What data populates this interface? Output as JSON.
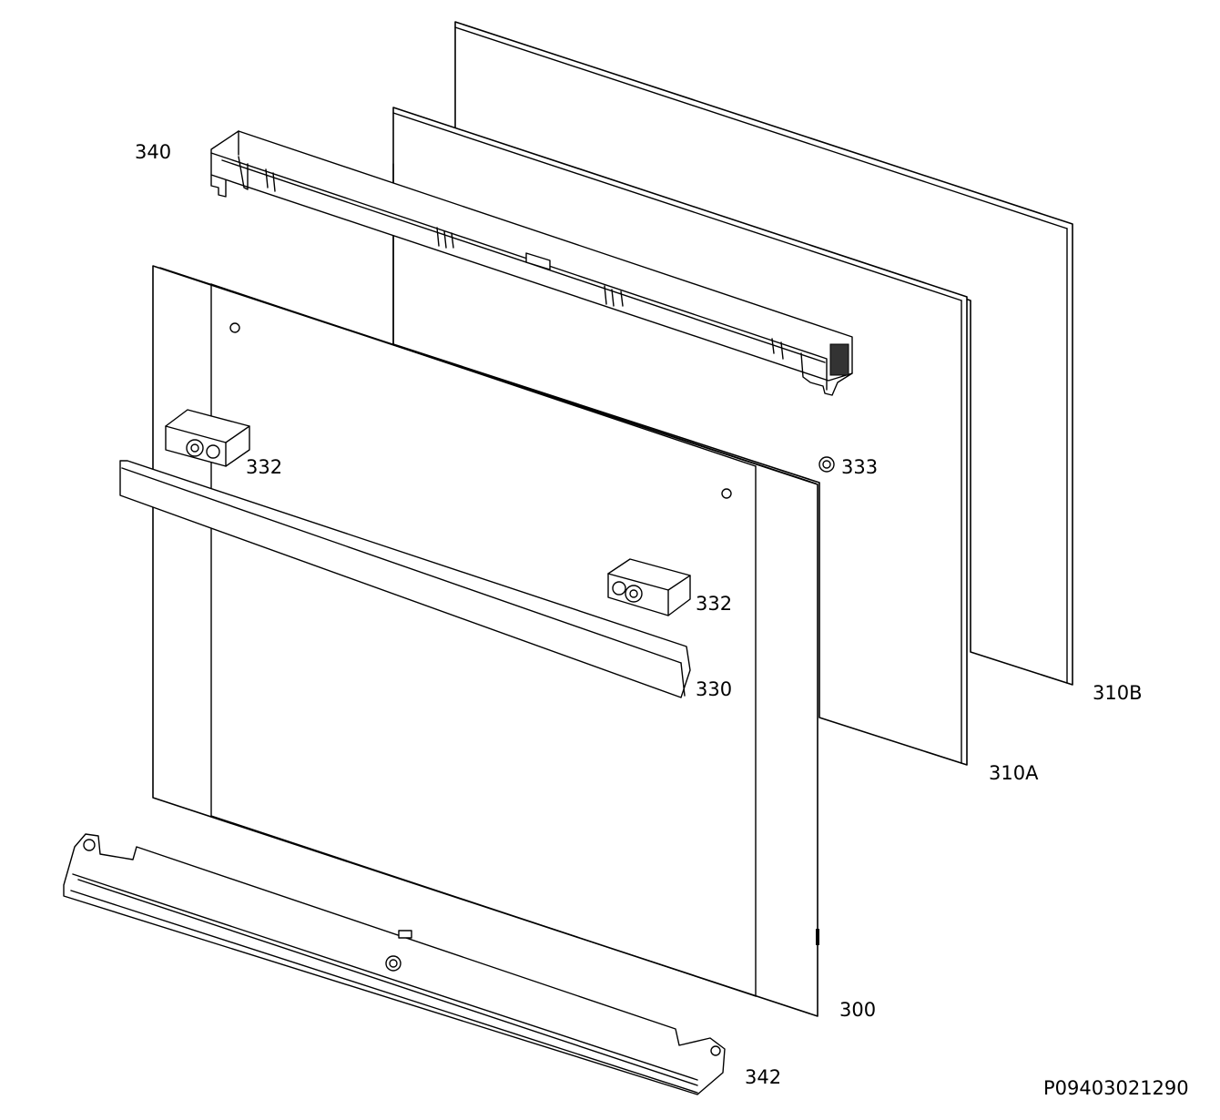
{
  "diagram": {
    "labels": {
      "p340": "340",
      "p332a": "332",
      "p333": "333",
      "p332b": "332",
      "p330": "330",
      "p310b": "310B",
      "p310a": "310A",
      "p300": "300",
      "p342": "342"
    },
    "drawing_code": "P09403021290"
  }
}
